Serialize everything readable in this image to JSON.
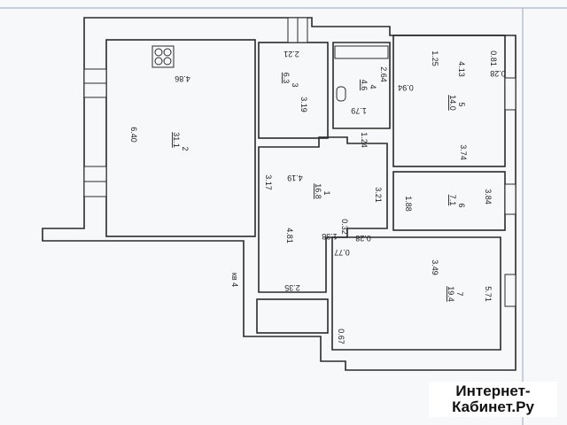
{
  "plan": {
    "rooms": [
      {
        "id": "room-2",
        "number": "2",
        "area": "31.1",
        "dim_a": "4.86",
        "dim_b": "6.40"
      },
      {
        "id": "room-3",
        "number": "3",
        "area": "6.3",
        "dim_a": "2.21",
        "dim_b": "3.19"
      },
      {
        "id": "room-4",
        "number": "4",
        "area": "4.6",
        "dim_a": "1.79",
        "dim_b": "2.64"
      },
      {
        "id": "room-5",
        "number": "5",
        "area": "14.0",
        "dim_a": "4.13",
        "dim_b": "3.74",
        "dim_c": "1.25",
        "dim_d": "0.81",
        "dim_e": "0.28",
        "dim_f": "0.94"
      },
      {
        "id": "room-1",
        "number": "1",
        "area": "16.8",
        "dim_a": "4.19",
        "dim_b": "3.17",
        "dim_c": "4.81",
        "dim_d": "3.21",
        "dim_e": "1.24",
        "dim_f": "1.38",
        "dim_g": "0.32",
        "dim_h": "2.35"
      },
      {
        "id": "room-6",
        "number": "6",
        "area": "7.1",
        "dim_a": "3.84",
        "dim_b": "1.88"
      },
      {
        "id": "room-7",
        "number": "7",
        "area": "19.4",
        "dim_a": "3.49",
        "dim_b": "5.71",
        "dim_c": "0.28",
        "dim_d": "0.77",
        "dim_e": "0.67"
      }
    ],
    "apartment_label": "кв 4"
  },
  "watermark": {
    "line1": "Интернет-",
    "line2": "Кабинет.Ру"
  },
  "colors": {
    "wall": "#2a2a2a",
    "paper": "#f7f8fa",
    "frame": "#7a8aa6"
  }
}
